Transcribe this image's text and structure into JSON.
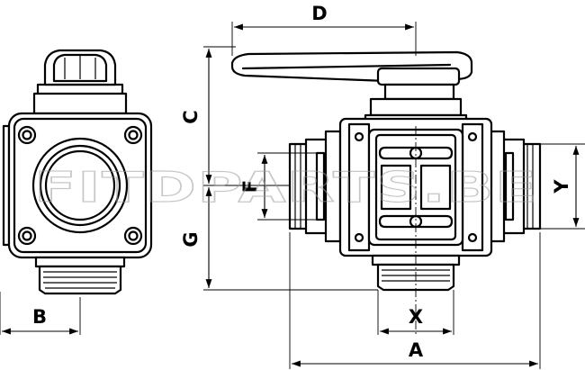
{
  "labels": {
    "A": "A",
    "B": "B",
    "C": "C",
    "D": "D",
    "F": "F",
    "G": "G",
    "X": "X",
    "Y": "Y"
  },
  "watermark": "FITDPARTS.BE"
}
